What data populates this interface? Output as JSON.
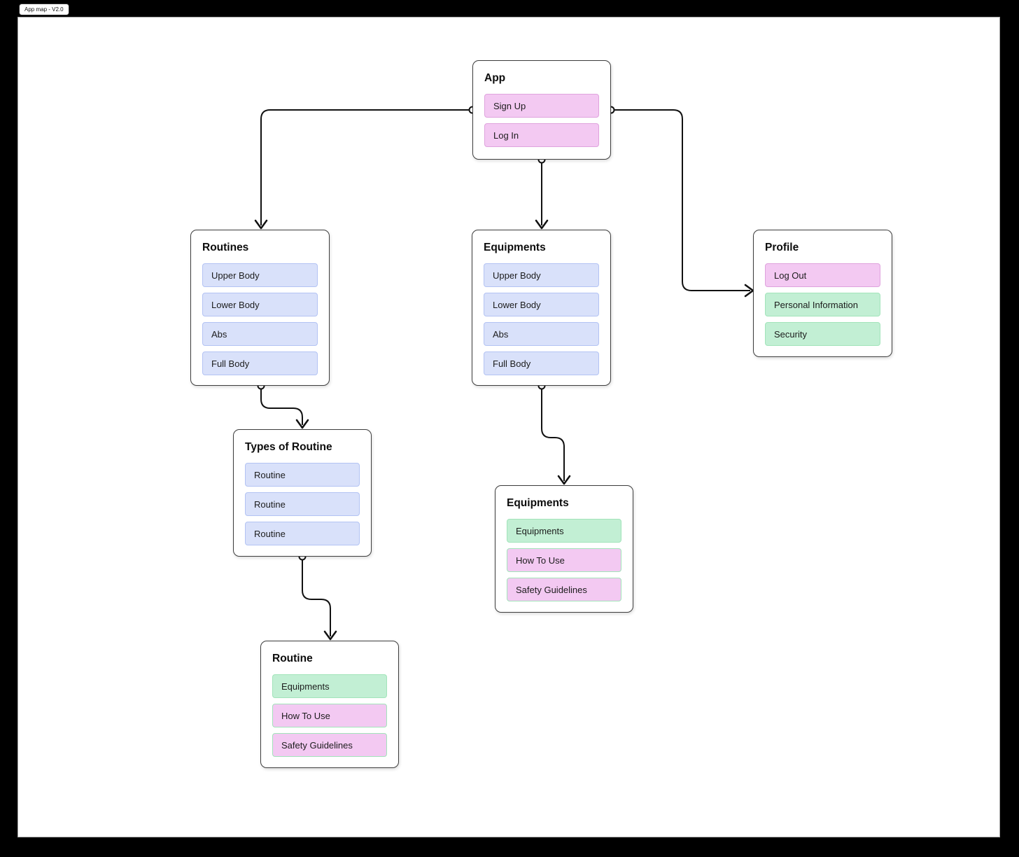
{
  "window": {
    "tab_label": "App map - V2.0"
  },
  "colors": {
    "pink_fill": "#f3c9f2",
    "pink_border": "#dfa3dd",
    "blue_fill": "#d9e1fa",
    "blue_border": "#b3c3f3",
    "green_fill": "#c2efd4",
    "green_border": "#a2e4ba",
    "connector": "#111111",
    "box_border": "#3d3d3d"
  },
  "nodes": {
    "app": {
      "title": "App",
      "items": [
        {
          "label": "Sign Up",
          "style": "pink"
        },
        {
          "label": "Log In",
          "style": "pink"
        }
      ]
    },
    "routines": {
      "title": "Routines",
      "items": [
        {
          "label": "Upper Body",
          "style": "blue"
        },
        {
          "label": "Lower Body",
          "style": "blue"
        },
        {
          "label": "Abs",
          "style": "blue"
        },
        {
          "label": "Full Body",
          "style": "blue"
        }
      ]
    },
    "equipments": {
      "title": "Equipments",
      "items": [
        {
          "label": "Upper Body",
          "style": "blue"
        },
        {
          "label": "Lower Body",
          "style": "blue"
        },
        {
          "label": "Abs",
          "style": "blue"
        },
        {
          "label": "Full Body",
          "style": "blue"
        }
      ]
    },
    "profile": {
      "title": "Profile",
      "items": [
        {
          "label": "Log Out",
          "style": "pink"
        },
        {
          "label": "Personal Information",
          "style": "green"
        },
        {
          "label": "Security",
          "style": "green"
        }
      ]
    },
    "types_of_routine": {
      "title": "Types of Routine",
      "items": [
        {
          "label": "Routine",
          "style": "blue"
        },
        {
          "label": "Routine",
          "style": "blue"
        },
        {
          "label": "Routine",
          "style": "blue"
        }
      ]
    },
    "equipments_detail": {
      "title": "Equipments",
      "items": [
        {
          "label": "Equipments",
          "style": "green"
        },
        {
          "label": "How To Use",
          "style": "pink-green"
        },
        {
          "label": "Safety Guidelines",
          "style": "pink-green"
        }
      ]
    },
    "routine_detail": {
      "title": "Routine",
      "items": [
        {
          "label": "Equipments",
          "style": "green"
        },
        {
          "label": "How To Use",
          "style": "pink-green"
        },
        {
          "label": "Safety Guidelines",
          "style": "pink-green"
        }
      ]
    }
  },
  "edges": [
    {
      "from": "app",
      "to": "routines"
    },
    {
      "from": "app",
      "to": "equipments"
    },
    {
      "from": "app",
      "to": "profile"
    },
    {
      "from": "routines",
      "to": "types_of_routine"
    },
    {
      "from": "equipments",
      "to": "equipments_detail"
    },
    {
      "from": "types_of_routine",
      "to": "routine_detail"
    }
  ]
}
